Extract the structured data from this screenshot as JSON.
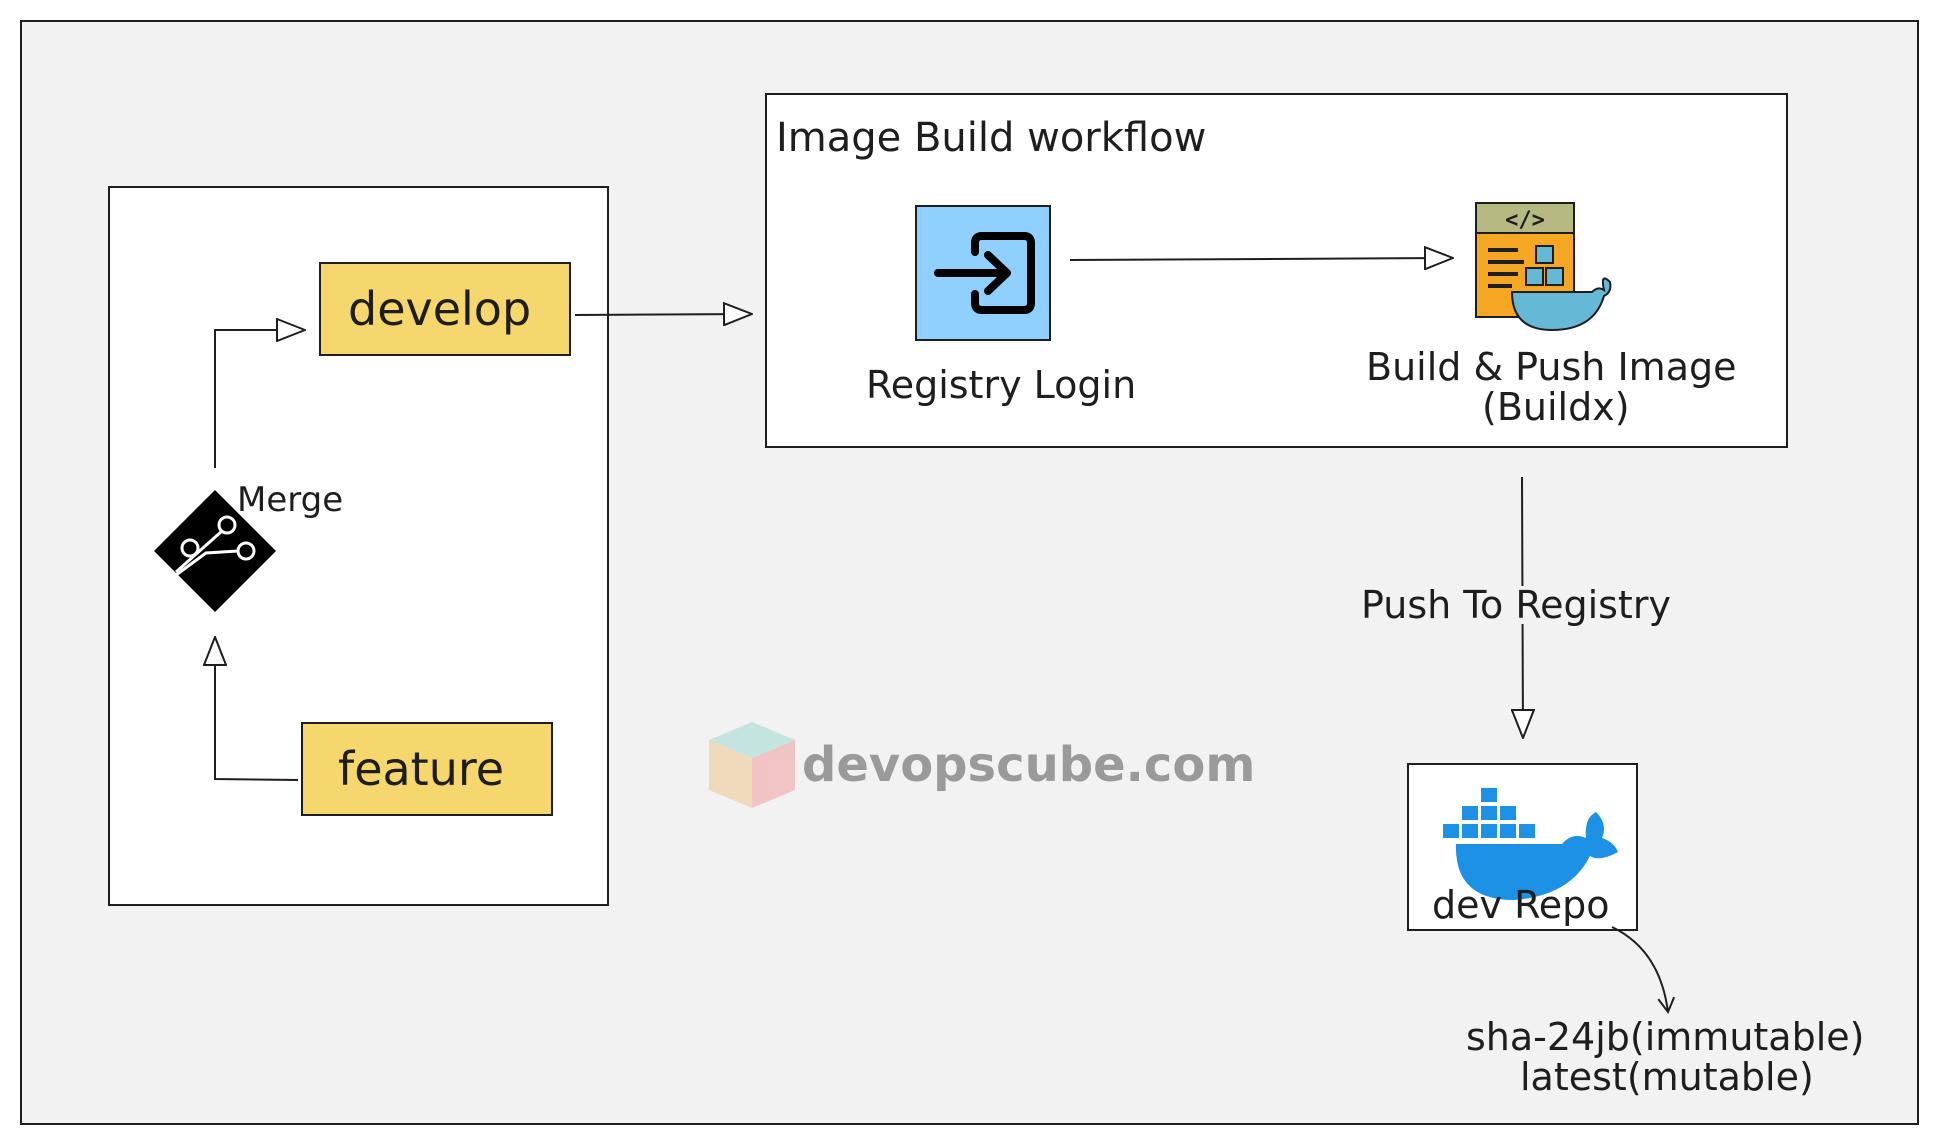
{
  "diagram": {
    "branches": {
      "develop": "develop",
      "feature": "feature",
      "merge": "Merge"
    },
    "workflow": {
      "title": "Image Build workflow",
      "registry_login": "Registry Login",
      "build_push_line1": "Build & Push Image",
      "build_push_line2": "(Buildx)"
    },
    "push_to_registry": "Push To Registry",
    "repo": {
      "label": "dev Repo"
    },
    "tags": {
      "line1": "sha-24jb(immutable)",
      "line2": "latest(mutable)"
    },
    "watermark": "devopscube.com",
    "colors": {
      "branch_box": "#f5d76e",
      "login_icon_bg": "#8fd0ff",
      "docker_blue": "#1d91e6",
      "canvas_bg": "#f2f2f2"
    },
    "icons": [
      "merge-icon",
      "login-icon",
      "build-code-docker-icon",
      "docker-whale-icon",
      "cube-logo-icon"
    ]
  }
}
